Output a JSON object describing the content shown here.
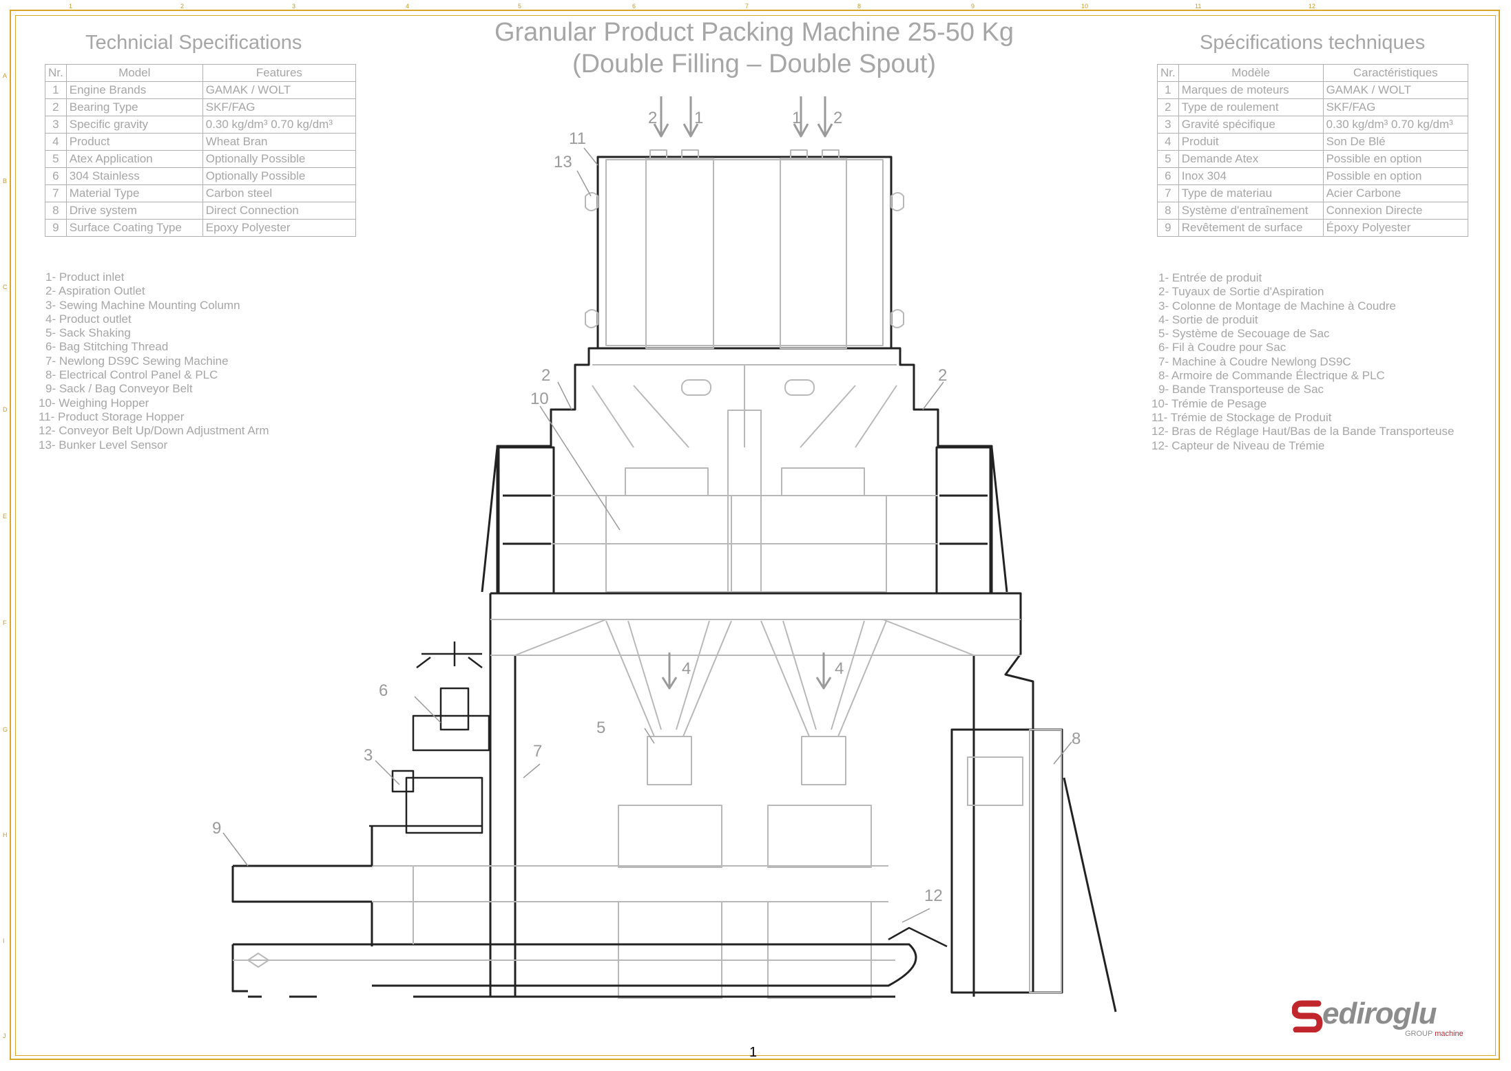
{
  "title_line1": "Granular Product Packing Machine 25-50 Kg",
  "title_line2": "(Double Filling – Double Spout)",
  "spec_en": {
    "heading": "Technicial Specifications",
    "col_nr": "Nr.",
    "col_model": "Model",
    "col_features": "Features",
    "rows": [
      {
        "nr": "1",
        "model": "Engine Brands",
        "feature": "GAMAK / WOLT"
      },
      {
        "nr": "2",
        "model": "Bearing Type",
        "feature": "SKF/FAG"
      },
      {
        "nr": "3",
        "model": "Specific gravity",
        "feature": "0.30 kg/dm³ 0.70 kg/dm³"
      },
      {
        "nr": "4",
        "model": "Product",
        "feature": "Wheat Bran"
      },
      {
        "nr": "5",
        "model": "Atex Application",
        "feature": "Optionally Possible"
      },
      {
        "nr": "6",
        "model": "304 Stainless",
        "feature": "Optionally Possible"
      },
      {
        "nr": "7",
        "model": "Material Type",
        "feature": "Carbon steel"
      },
      {
        "nr": "8",
        "model": "Drive system",
        "feature": "Direct Connection"
      },
      {
        "nr": "9",
        "model": "Surface Coating Type",
        "feature": "Epoxy Polyester"
      }
    ]
  },
  "spec_fr": {
    "heading": "Spécifications techniques",
    "col_nr": "Nr.",
    "col_model": "Modèle",
    "col_features": "Caractéristiques",
    "rows": [
      {
        "nr": "1",
        "model": "Marques de moteurs",
        "feature": "GAMAK / WOLT"
      },
      {
        "nr": "2",
        "model": "Type de roulement",
        "feature": "SKF/FAG"
      },
      {
        "nr": "3",
        "model": "Gravité spécifique",
        "feature": "0.30 kg/dm³ 0.70 kg/dm³"
      },
      {
        "nr": "4",
        "model": "Produit",
        "feature": "Son De Blé"
      },
      {
        "nr": "5",
        "model": "Demande Atex",
        "feature": "Possible en option"
      },
      {
        "nr": "6",
        "model": "Inox 304",
        "feature": "Possible en option"
      },
      {
        "nr": "7",
        "model": "Type de materiau",
        "feature": "Acier Carbone"
      },
      {
        "nr": "8",
        "model": "Système d'entraînement",
        "feature": "Connexion Directe"
      },
      {
        "nr": "9",
        "model": "Revêtement de surface",
        "feature": "Époxy Polyester"
      }
    ]
  },
  "legend_en": [
    "1- Product inlet",
    "2- Aspiration Outlet",
    "3- Sewing Machine Mounting Column",
    "4- Product outlet",
    "5- Sack Shaking",
    "6- Bag Stitching Thread",
    "7- Newlong DS9C Sewing Machine",
    "8- Electrical Control Panel & PLC",
    "9- Sack / Bag Conveyor Belt",
    "10- Weighing Hopper",
    "11- Product Storage Hopper",
    "12- Conveyor Belt Up/Down Adjustment Arm",
    "13- Bunker Level Sensor"
  ],
  "legend_fr": [
    "1- Entrée de produit",
    "2- Tuyaux de Sortie d'Aspiration",
    "3- Colonne de Montage de Machine à Coudre",
    "4- Sortie de produit",
    "5- Système de Secouage de Sac",
    "6- Fil à Coudre pour Sac",
    "7- Machine à Coudre Newlong DS9C",
    "8- Armoire de Commande Électrique & PLC",
    "9- Bande Transporteuse de Sac",
    "10- Trémie de Pesage",
    "11- Trémie de Stockage de Produit",
    "12- Bras de Réglage Haut/Bas de la Bande Transporteuse",
    "12- Capteur de Niveau de Trémie"
  ],
  "callouts": [
    "2",
    "1",
    "1",
    "2",
    "11",
    "13",
    "2",
    "10",
    "2",
    "6",
    "4",
    "4",
    "5",
    "3",
    "7",
    "8",
    "9",
    "12"
  ],
  "page_number": "1",
  "logo": {
    "brand": "edirog",
    "brand_initial": "S",
    "brand_tail": "lu",
    "sub_group": "GROUP",
    "sub_machine": "machine"
  },
  "ruler_top": [
    "1",
    "2",
    "3",
    "4",
    "5",
    "6",
    "7",
    "8",
    "9",
    "10",
    "11",
    "12"
  ],
  "ruler_side": [
    "A",
    "B",
    "C",
    "D",
    "E",
    "F",
    "G",
    "H",
    "I",
    "J"
  ],
  "colors": {
    "frame": "#d9a62a",
    "text": "#a6a6a6",
    "logo_red": "#c0262c"
  }
}
